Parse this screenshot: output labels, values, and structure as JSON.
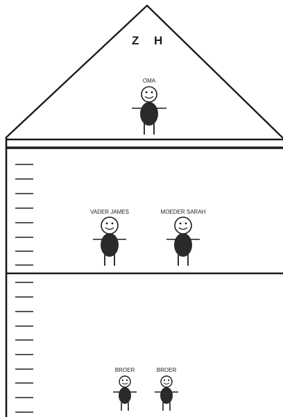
{
  "roof": {
    "initials": [
      "Z",
      "H"
    ]
  },
  "residents": {
    "attic": {
      "label": "OMA"
    },
    "middle": [
      {
        "label": "VADER JAMES"
      },
      {
        "label": "MOEDER SARAH"
      }
    ],
    "ground": [
      {
        "label": "BROER"
      },
      {
        "label": "BROER"
      }
    ]
  },
  "colors": {
    "line": "#1a1a1a",
    "body": "#2a2a2a",
    "face": "#ffffff"
  }
}
